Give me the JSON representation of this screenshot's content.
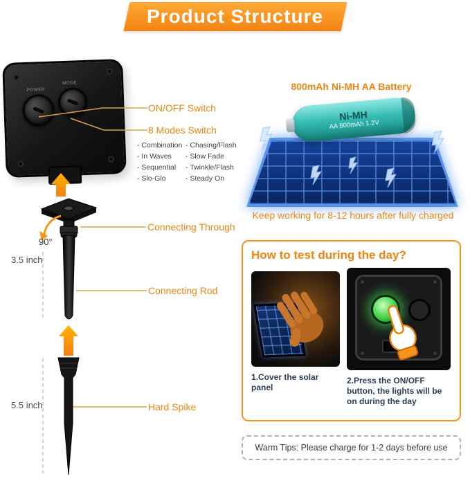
{
  "banner": {
    "title": "Product Structure"
  },
  "controller": {
    "power_knob_label": "POWER",
    "mode_knob_label": "MODE",
    "on_off_label": "ON/OFF Switch",
    "modes_label": "8 Modes Switch",
    "modes": [
      [
        "- Combination",
        "- Chasing/Flash"
      ],
      [
        "- In Waves",
        "- Slow Fade"
      ],
      [
        "- Sequential",
        "- Twinkle/Flash"
      ],
      [
        "- Slo-Glo",
        "- Steady On"
      ]
    ]
  },
  "assembly": {
    "connecting_through": "Connecting Through",
    "angle": "90°",
    "rod_length": "3.5 inch",
    "connecting_rod": "Connecting Rod",
    "spike_length": "5.5 inch",
    "hard_spike": "Hard Spike"
  },
  "battery": {
    "heading": "800mAh Ni-MH AA Battery",
    "type": "Ni-MH",
    "spec": "AA 800mAh 1.2V",
    "caption": "Keep working for 8-12 hours after fully charged"
  },
  "test_guide": {
    "title": "How to test during the day?",
    "step1": "1.Cover the solar panel",
    "step2": "2.Press the ON/OFF button, the lights will be on during the day"
  },
  "tips": {
    "text": "Warm Tips: Please charge for 1-2 days before use"
  },
  "colors": {
    "accent_orange": "#f7941d",
    "label_orange": "#ee8512",
    "battery_teal": "#36bdb4",
    "solar_blue": "#14408f",
    "button_green": "#3ed344"
  }
}
